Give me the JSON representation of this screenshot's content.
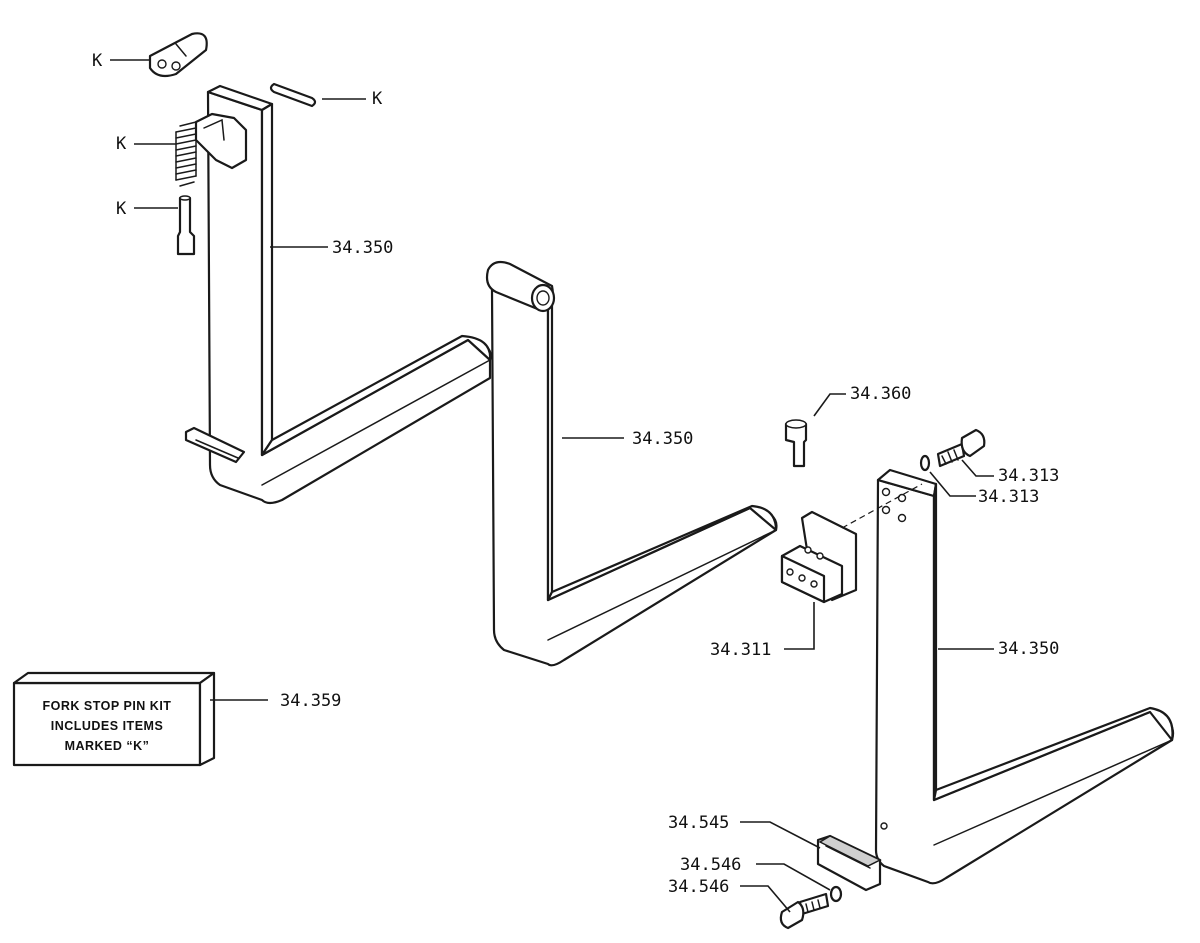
{
  "diagram": {
    "kit_box": {
      "lines": [
        "FORK STOP PIN KIT",
        "INCLUDES ITEMS",
        "MARKED “K”"
      ]
    },
    "callouts": {
      "k_latch": "K",
      "k_roll_pin": "K",
      "k_spring": "K",
      "k_pin": "K",
      "fork_left": "34.350",
      "fork_middle": "34.350",
      "fork_right": "34.350",
      "stop_pin": "34.360",
      "bolt_upper": "34.313",
      "washer_upper": "34.313",
      "block": "34.311",
      "kit": "34.359",
      "heel_block": "34.545",
      "washer_lower": "34.546",
      "bolt_lower": "34.546"
    }
  }
}
